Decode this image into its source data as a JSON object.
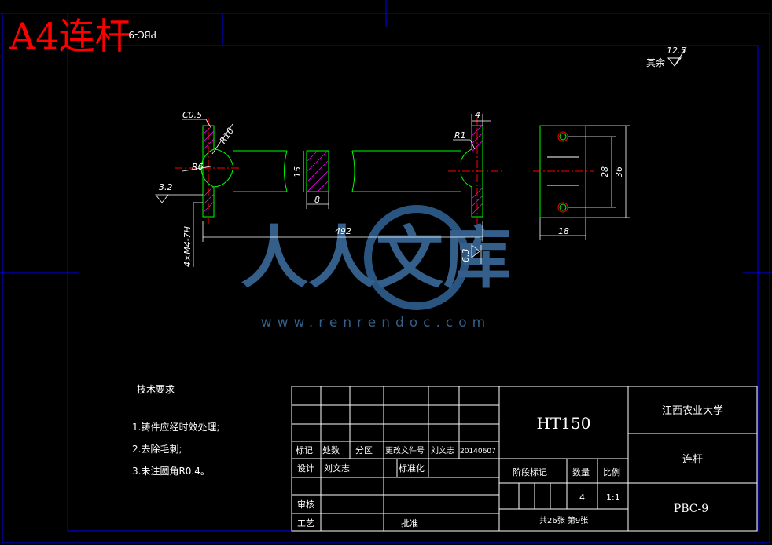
{
  "sheet": {
    "size_label": "A4连杆",
    "mirrored_code": "PBC-9"
  },
  "roughness": {
    "others_label": "其余",
    "others_value": "12.5",
    "value_3_2": "3.2",
    "value_6_3": "6.3"
  },
  "dimensions": {
    "chamfer": "C0.5",
    "radius_large": "R10",
    "radius_small": "R6",
    "radius_right": "R1",
    "thickness_right": "4",
    "height_15": "15",
    "width_8": "8",
    "length_492": "492",
    "holes": "4×M4-7H",
    "side_28": "28",
    "side_36": "36",
    "side_18": "18"
  },
  "notes": {
    "title": "技术要求",
    "items": [
      "1.铸件应经时效处理;",
      "2.去除毛刺;",
      "3.未注圆角R0.4。"
    ]
  },
  "title_block": {
    "rev_headers": [
      "标记",
      "处数",
      "分区",
      "更改文件号",
      "刘文志",
      "20140607"
    ],
    "design_label": "设计",
    "designer": "刘文志",
    "standardize_label": "标准化",
    "review_label": "审核",
    "process_label": "工艺",
    "approve_label": "批准",
    "material": "HT150",
    "stage_label": "阶段标记",
    "qty_label": "数量",
    "scale_label": "比例",
    "qty": "4",
    "scale": "1:1",
    "sheet_info": "共26张  第9张",
    "school": "江西农业大学",
    "part_name": "连杆",
    "drawing_no": "PBC-9"
  },
  "watermark": {
    "brand": "人人文库",
    "url": "www.renrendoc.com"
  },
  "colors": {
    "background": "#000000",
    "frame": "#0000ff",
    "outline": "#00ff00",
    "centerline": "#ff0000",
    "hatch": "#ff00ff",
    "dims": "#ffffff",
    "title_red": "#ff0000",
    "watermark": "#2f5f8f"
  }
}
